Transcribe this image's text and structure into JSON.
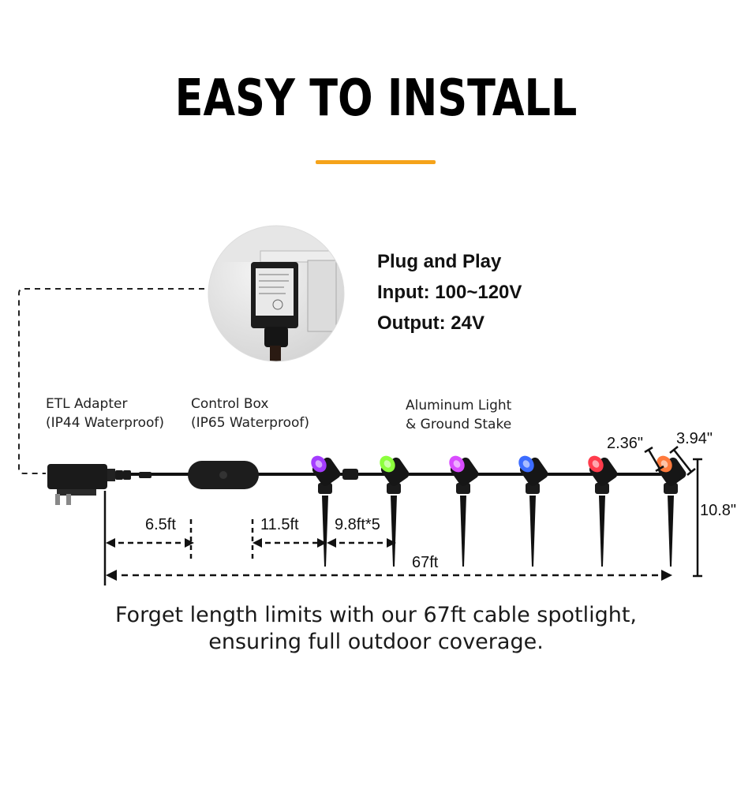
{
  "title": "EASY TO INSTALL",
  "accent_color": "#f5a31a",
  "specs": {
    "plug": "Plug and Play",
    "input": "Input: 100~120V",
    "output": "Output: 24V"
  },
  "labels": {
    "adapter_line1": "ETL Adapter",
    "adapter_line2": "(IP44 Waterproof)",
    "control_line1": "Control Box",
    "control_line2": "(IP65 Waterproof)",
    "light_line1": "Aluminum Light",
    "light_line2": "& Ground Stake"
  },
  "dimensions": {
    "adapter_cable": "6.5ft",
    "lead_cable": "11.5ft",
    "light_spacing": "9.8ft*5",
    "total": "67ft",
    "head_width": "2.36\"",
    "head_height": "3.94\"",
    "overall_height": "10.8\""
  },
  "lights": [
    {
      "color": "#a43cff"
    },
    {
      "color": "#8cff3c"
    },
    {
      "color": "#d94cff"
    },
    {
      "color": "#3c6cff"
    },
    {
      "color": "#ff3c4c"
    },
    {
      "color": "#ff7a3c"
    }
  ],
  "caption": {
    "line1": "Forget length limits with our 67ft cable spotlight,",
    "line2": "ensuring full outdoor coverage."
  }
}
